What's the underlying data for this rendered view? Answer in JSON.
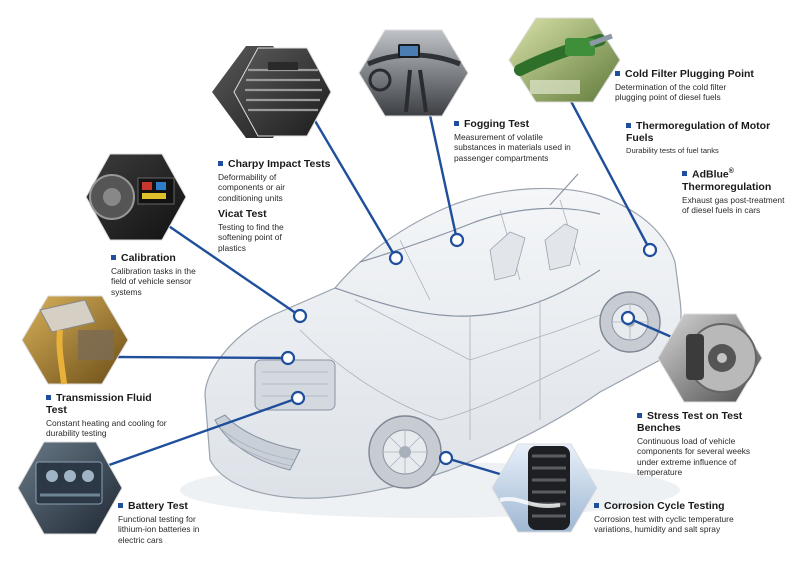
{
  "labels": {
    "cold_filter": {
      "title": "Cold Filter Plugging Point",
      "desc": "Determination of the cold filter plugging  point of diesel fuels"
    },
    "thermoregulation": {
      "title": "Thermoregulation of Motor Fuels",
      "desc": "Durability tests of fuel  tanks"
    },
    "adblue": {
      "title": "AdBlue",
      "title_sup": "®",
      "title_line2": "Thermoregulation",
      "desc": "Exhaust gas post-treatment of diesel fuels in cars"
    },
    "fogging": {
      "title": "Fogging Test",
      "desc": "Measurement of volatile substances in materials used in passenger compartments"
    },
    "charpy": {
      "title": "Charpy Impact Tests",
      "desc": "Deformability of components or air conditioning units"
    },
    "vicat": {
      "title": "Vicat Test",
      "desc": "Testing to find the softening point of plastics"
    },
    "calibration": {
      "title": "Calibration",
      "desc": "Calibration tasks in the field of vehicle sensor systems"
    },
    "transmission": {
      "title": "Transmission Fluid",
      "title_line2": "Test",
      "desc": "Constant heating and cooling for durability testing"
    },
    "battery": {
      "title": "Battery Test",
      "desc": "Functional testing for lithium-ion batteries in electric cars"
    },
    "stress": {
      "title": "Stress Test on Test",
      "title_line2": "Benches",
      "desc": "Continuous load of vehicle components for several weeks under extreme influence of temperature"
    },
    "corrosion": {
      "title": "Corrosion Cycle Testing",
      "desc": "Corrosion test with cyclic temperature variations, humidity and salt spray"
    }
  },
  "icons": [
    "air-vent-photo",
    "car-interior-photo",
    "fuel-nozzle-photo",
    "wheel-calibration-photo",
    "oil-pour-photo",
    "battery-module-photo",
    "brake-disc-photo",
    "snow-tire-photo"
  ],
  "colors": {
    "accent": "#1f4e9c",
    "text": "#1a1a1a"
  }
}
